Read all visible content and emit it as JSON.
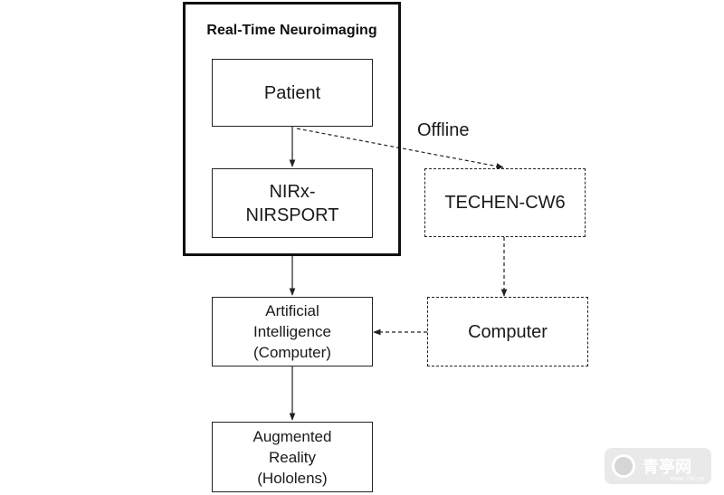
{
  "group": {
    "title": "Real-Time Neuroimaging"
  },
  "nodes": {
    "patient": "Patient",
    "nirx": "NIRx-\nNIRSPORT",
    "techen": "TECHEN-CW6",
    "computer": "Computer",
    "ai": "Artificial\nIntelligence\n(Computer)",
    "ar": "Augmented\nReality\n(Hololens)"
  },
  "edge_labels": {
    "offline": "Offline"
  },
  "watermark": {
    "text": "青亭网",
    "url": "www.7tin.cn"
  },
  "colors": {
    "stroke": "#222222",
    "text": "#1a1a1a",
    "background": "#ffffff"
  }
}
